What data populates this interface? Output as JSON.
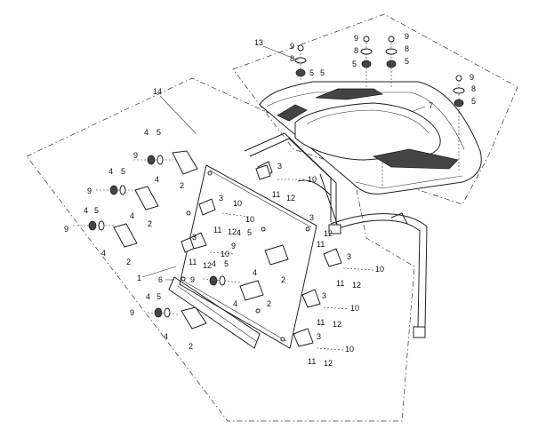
{
  "diagram": {
    "callouts": [
      {
        "id": "c13",
        "text": "13"
      },
      {
        "id": "c14",
        "text": "14"
      },
      {
        "id": "c7",
        "text": "7"
      },
      {
        "id": "c1",
        "text": "1"
      },
      {
        "id": "c6",
        "text": "6"
      },
      {
        "id": "roof-9a",
        "text": "9"
      },
      {
        "id": "roof-8a",
        "text": "8"
      },
      {
        "id": "roof-5a",
        "text": "5"
      },
      {
        "id": "roof-9b",
        "text": "9"
      },
      {
        "id": "roof-8b",
        "text": "8"
      },
      {
        "id": "roof-5b",
        "text": "5"
      },
      {
        "id": "roof-9c",
        "text": "9"
      },
      {
        "id": "roof-8c",
        "text": "8"
      },
      {
        "id": "roof-5c",
        "text": "5"
      },
      {
        "id": "roof-9d",
        "text": "9"
      },
      {
        "id": "roof-8d",
        "text": "8"
      },
      {
        "id": "roof-5d",
        "text": "5"
      },
      {
        "id": "roof-5e",
        "text": "5"
      },
      {
        "id": "l1-4",
        "text": "4"
      },
      {
        "id": "l1-5",
        "text": "5"
      },
      {
        "id": "l1-9",
        "text": "9"
      },
      {
        "id": "l1-4b",
        "text": "4"
      },
      {
        "id": "l1-2",
        "text": "2"
      },
      {
        "id": "l2-4",
        "text": "4"
      },
      {
        "id": "l2-5",
        "text": "5"
      },
      {
        "id": "l2-9",
        "text": "9"
      },
      {
        "id": "l2-4b",
        "text": "4"
      },
      {
        "id": "l2-2",
        "text": "2"
      },
      {
        "id": "l3-4",
        "text": "4"
      },
      {
        "id": "l3-5",
        "text": "5"
      },
      {
        "id": "l3-9",
        "text": "9"
      },
      {
        "id": "l3-4b",
        "text": "4"
      },
      {
        "id": "l3-2",
        "text": "2"
      },
      {
        "id": "l4-4",
        "text": "4"
      },
      {
        "id": "l4-5",
        "text": "5"
      },
      {
        "id": "l4-9",
        "text": "9"
      },
      {
        "id": "l4-4b",
        "text": "4"
      },
      {
        "id": "l4-2",
        "text": "2"
      },
      {
        "id": "m1-3",
        "text": "3"
      },
      {
        "id": "m1-11",
        "text": "11"
      },
      {
        "id": "m1-12",
        "text": "12"
      },
      {
        "id": "m1-10",
        "text": "10"
      },
      {
        "id": "m2-3",
        "text": "3"
      },
      {
        "id": "m2-11",
        "text": "11"
      },
      {
        "id": "m2-12",
        "text": "12"
      },
      {
        "id": "m2-10",
        "text": "10"
      },
      {
        "id": "m3-3",
        "text": "3"
      },
      {
        "id": "m3-11",
        "text": "11"
      },
      {
        "id": "m3-12",
        "text": "12"
      },
      {
        "id": "m3-10",
        "text": "10"
      },
      {
        "id": "m4-4",
        "text": "4"
      },
      {
        "id": "m4-5",
        "text": "5"
      },
      {
        "id": "m4-9",
        "text": "9"
      },
      {
        "id": "m4-4b",
        "text": "4"
      },
      {
        "id": "m4-2",
        "text": "2"
      },
      {
        "id": "m5-4",
        "text": "4"
      },
      {
        "id": "m5-5",
        "text": "5"
      },
      {
        "id": "m5-9",
        "text": "9"
      },
      {
        "id": "m5-4b",
        "text": "4"
      },
      {
        "id": "m5-2",
        "text": "2"
      },
      {
        "id": "r1-3",
        "text": "3"
      },
      {
        "id": "r1-11",
        "text": "11"
      },
      {
        "id": "r1-12",
        "text": "12"
      },
      {
        "id": "r1-10",
        "text": "10"
      },
      {
        "id": "r2-3",
        "text": "3"
      },
      {
        "id": "r2-11",
        "text": "11"
      },
      {
        "id": "r2-12",
        "text": "12"
      },
      {
        "id": "r2-10",
        "text": "10"
      },
      {
        "id": "r3-3",
        "text": "3"
      },
      {
        "id": "r3-11",
        "text": "11"
      },
      {
        "id": "r3-12",
        "text": "12"
      },
      {
        "id": "r3-10",
        "text": "10"
      },
      {
        "id": "r4-3",
        "text": "3"
      },
      {
        "id": "r4-11",
        "text": "11"
      },
      {
        "id": "r4-12",
        "text": "12"
      },
      {
        "id": "r4-10",
        "text": "10"
      }
    ]
  }
}
